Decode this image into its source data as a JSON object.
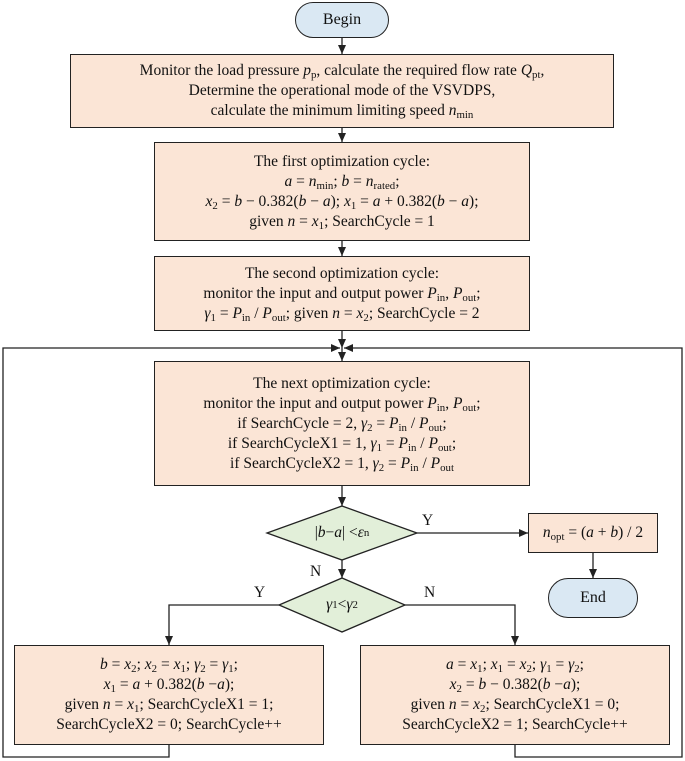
{
  "begin": "Begin",
  "end": "End",
  "step1": {
    "line1_pre": "Monitor the load pressure ",
    "p_var": "p",
    "p_sub": "p",
    "line1_mid": ", calculate the required flow rate ",
    "q_var": "Q",
    "q_sub": "pt",
    "line1_post": ",",
    "line2": "Determine the operational mode of the VSVDPS,",
    "line3_pre": "calculate the minimum limiting speed ",
    "n_var": "n",
    "n_sub": "min"
  },
  "step2": {
    "title": "The first optimization cycle:",
    "line2": "a = n_min; b = n_rated;",
    "line3": "x_2 = b − 0.382(b − a); x_1 = a + 0.382(b − a);",
    "line4": "given n = x_1; SearchCycle = 1"
  },
  "step3": {
    "title": "The second optimization cycle:",
    "line2": "monitor the input and output power P_in, P_out;",
    "line3": "γ_1 = P_in / P_out; given n = x_2; SearchCycle = 2"
  },
  "step4": {
    "title": "The next optimization cycle:",
    "line2": "monitor the input and output power P_in, P_out;",
    "line3": "if SearchCycle = 2, γ_2 = P_in / P_out;",
    "line4": "if SearchCycleX1 = 1, γ_1 = P_in / P_out;",
    "line5": "if SearchCycleX2 = 1, γ_2 = P_in / P_out"
  },
  "decision1": {
    "text": "|b − a| < ε_n",
    "yes": "Y",
    "no": "N"
  },
  "decision2": {
    "text": "γ_1 < γ_2",
    "yes": "Y",
    "no": "N"
  },
  "opt_box": {
    "text": "n_opt = (a + b) / 2"
  },
  "left_box": {
    "line1": "b = x_2; x_2 = x_1; γ_2 = γ_1;",
    "line2": "x_1 = a + 0.382(b −a);",
    "line3": "given n = x_1; SearchCycleX1 = 1;",
    "line4": "SearchCycleX2 = 0; SearchCycle++"
  },
  "right_box": {
    "line1": "a = x_1; x_1 = x_2; γ_1 = γ_2;",
    "line2": "x_2 = b − 0.382(b −a);",
    "line3": "given n = x_2; SearchCycleX1 = 0;",
    "line4": "SearchCycleX2 = 1; SearchCycle++"
  },
  "colors": {
    "process_fill": "#fbe5d6",
    "terminal_fill": "#dae8f3",
    "decision_fill": "#e2efd9",
    "stroke": "#222222"
  }
}
